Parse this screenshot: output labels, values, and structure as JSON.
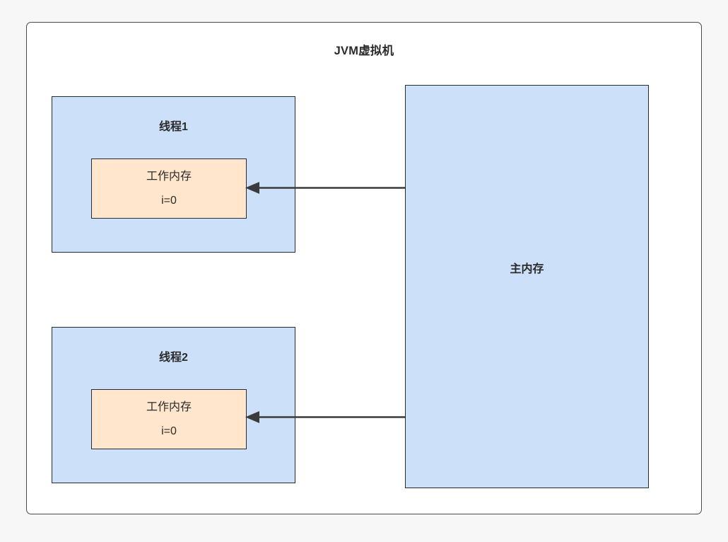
{
  "diagram": {
    "title": "JVM虚拟机",
    "colors": {
      "page_background": "#f7f7f7",
      "frame_background": "#ffffff",
      "frame_border": "#4a4a4a",
      "thread_fill": "#cce0fa",
      "working_memory_fill": "#ffe6cc",
      "main_memory_fill": "#cce0fa",
      "shape_border": "#252b33",
      "arrow": "#3b3b3b",
      "text": "#2b2b2b"
    },
    "threads": [
      {
        "label": "线程1",
        "working_memory": {
          "title": "工作内存",
          "value": "i=0"
        }
      },
      {
        "label": "线程2",
        "working_memory": {
          "title": "工作内存",
          "value": "i=0"
        }
      }
    ],
    "main_memory": {
      "label": "主内存"
    },
    "arrows": [
      {
        "name": "main-memory-to-thread1-working-memory",
        "direction": "left",
        "from": "主内存",
        "to": "线程1 工作内存"
      },
      {
        "name": "main-memory-to-thread2-working-memory",
        "direction": "left",
        "from": "主内存",
        "to": "线程2 工作内存"
      }
    ]
  }
}
